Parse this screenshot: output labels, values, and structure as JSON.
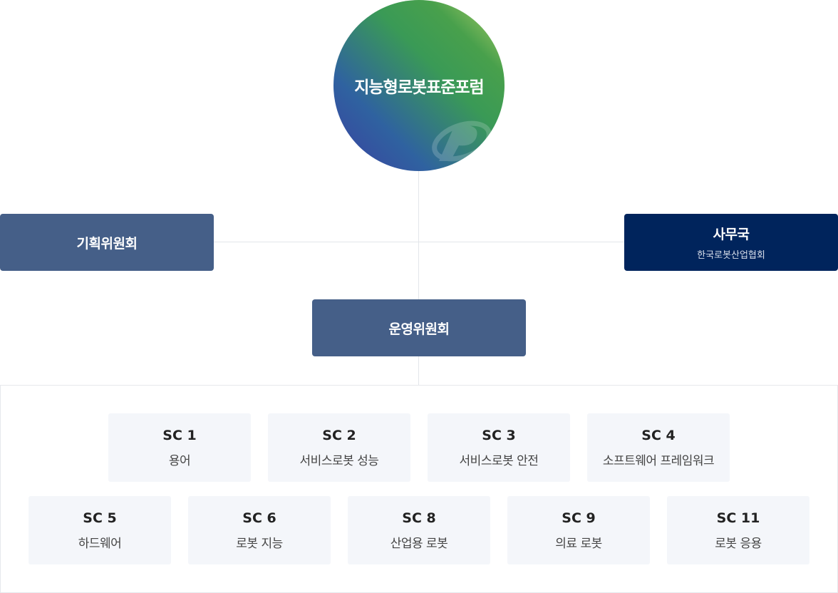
{
  "forum": {
    "title": "지능형로봇표준포럼"
  },
  "planning_committee": {
    "title": "기획위원회"
  },
  "secretariat": {
    "title": "사무국",
    "subtitle": "한국로봇산업협회"
  },
  "operating_committee": {
    "title": "운영위원회"
  },
  "subcommittees": [
    {
      "code": "SC 1",
      "name": "용어"
    },
    {
      "code": "SC 2",
      "name": "서비스로봇 성능"
    },
    {
      "code": "SC 3",
      "name": "서비스로봇 안전"
    },
    {
      "code": "SC 4",
      "name": "소프트웨어 프레임워크"
    },
    {
      "code": "SC 5",
      "name": "하드웨어"
    },
    {
      "code": "SC 6",
      "name": "로봇 지능"
    },
    {
      "code": "SC 8",
      "name": "산업용 로봇"
    },
    {
      "code": "SC 9",
      "name": "의료 로봇"
    },
    {
      "code": "SC 11",
      "name": "로봇 응용"
    }
  ],
  "colors": {
    "committee_box": "#455f88",
    "secretariat_box": "#00245c",
    "card_background": "#f4f6fa",
    "connector": "#e3e6ea"
  }
}
